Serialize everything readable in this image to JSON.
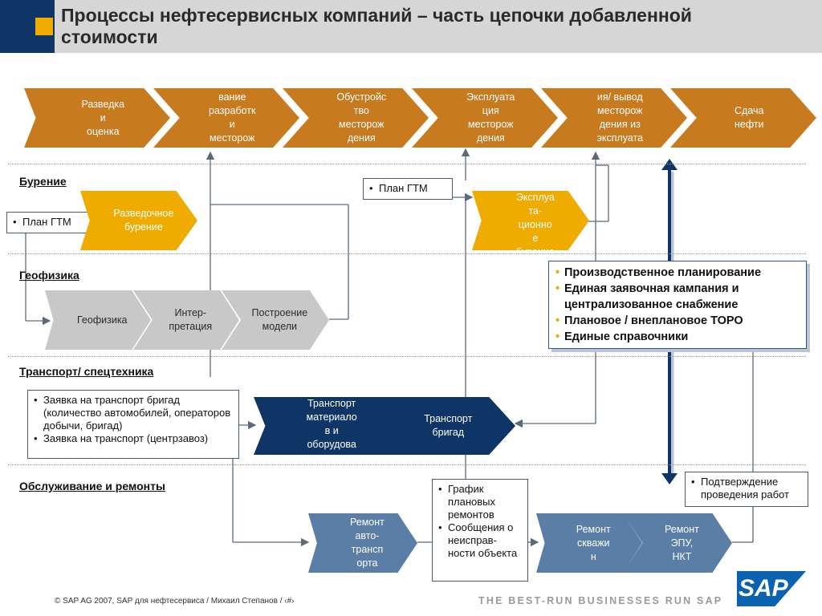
{
  "header": {
    "title": "Процессы нефтесервисных компаний – часть цепочки добавленной стоимости"
  },
  "top_chain": [
    "Разведка\nи\nоценка",
    "вание\nразработк\nи\nместорож",
    "Обустройс\nтво\nместорож\nдения",
    "Эксплуата\nция\nместорож\nдения",
    "ия/ вывод\nместорож\nдения из\nэксплуата",
    "Сдача\nнефти"
  ],
  "sections": {
    "drilling": "Бурение",
    "geophysics": "Геофизика",
    "transport": "Транспорт/ спецтехника",
    "maintenance": "Обслуживание и ремонты"
  },
  "drilling": {
    "plan_left": "План ГТМ",
    "plan_right": "План ГТМ",
    "exploration_drilling": "Разведочное\nбурение",
    "operational_drilling": "Эксплуа\nта-\nционно\nе\nбурение"
  },
  "geophysics": {
    "steps": [
      "Геофизика",
      "Интер-\nпретация",
      "Построение\nмодели"
    ]
  },
  "transport": {
    "request_box": [
      "Заявка на транспорт бригад (количество автомобилей, операторов добычи, бригад)",
      "Заявка на транспорт (центрзавоз)"
    ],
    "steps": [
      "Транспорт\nматериало\nв и\nоборудова\nния",
      "Транспорт\nбригад"
    ]
  },
  "maintenance": {
    "schedule_box": [
      "График плановых ремонтов",
      "Сообщения о неисправ-ности объекта"
    ],
    "confirm_box": [
      "Подтверждение проведения работ"
    ],
    "steps": [
      "Ремонт\nавто-\nтрансп\nорта",
      "Ремонт\nскважи\nн",
      "Ремонт\nЭПУ,\nНКТ"
    ]
  },
  "summary_box": [
    "Производственное планирование",
    "Единая заявочная кампания и централизованное снабжение",
    "Плановое / внеплановое ТОРО",
    "Единые справочники"
  ],
  "footer": {
    "copyright": "©  SAP AG 2007, SAP для нефтесервиса / Михаил Степанов / ‹#›",
    "tagline": "THE BEST-RUN BUSINESSES RUN SAP",
    "logo": "SAP"
  },
  "colors": {
    "navy": "#0f3566",
    "gold": "#f0ab00",
    "top_chain": "#c87a1f",
    "steel_blue": "#5b7ea6"
  }
}
